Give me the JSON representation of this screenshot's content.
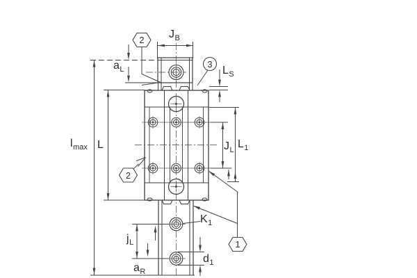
{
  "figure": {
    "description": "Technical drawing: linear recirculating ball bearing carriage on guideway rail, plan view with mounting dimensions",
    "background": "#ffffff",
    "line_color": "#3e3e3e",
    "centerline_color": "#6f6f6f",
    "text_color": "#2b2b2b"
  },
  "balloons": {
    "top_clamp": "2",
    "carriage_side": "2",
    "seal": "3",
    "rail": "1"
  },
  "dim_labels": {
    "jb": {
      "main": "J",
      "sub": "B"
    },
    "ls": {
      "main": "L",
      "sub": "S"
    },
    "al": {
      "main": "a",
      "sub": "L"
    },
    "lmax": {
      "main": "l",
      "sub": "max"
    },
    "L": {
      "main": "L",
      "sub": ""
    },
    "jl_carriage": {
      "main": "J",
      "sub": "L"
    },
    "l1": {
      "main": "L",
      "sub": "1"
    },
    "k1": {
      "main": "K",
      "sub": "1"
    },
    "jl_rail": {
      "main": "j",
      "sub": "L"
    },
    "ar": {
      "main": "a",
      "sub": "R"
    },
    "d1": {
      "main": "d",
      "sub": "1"
    }
  }
}
